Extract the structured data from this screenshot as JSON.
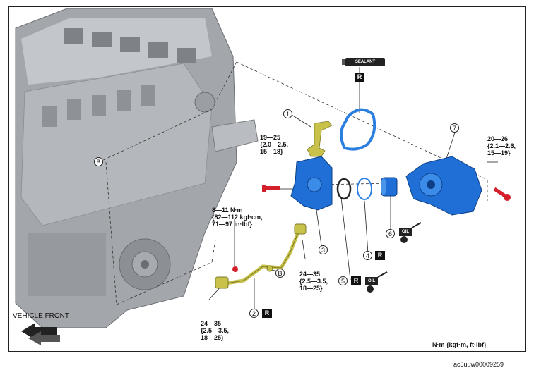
{
  "callouts": {
    "c1": "1",
    "c2": "2",
    "c3": "3",
    "c4": "4",
    "c5": "5",
    "c6": "6",
    "c7": "7",
    "b_left": "B",
    "b_right": "B"
  },
  "badges": {
    "r": "R"
  },
  "torque": {
    "t1": "19—25\n{2.0—2.5,\n15—18}",
    "t2": "20—26\n{2.1—2.6,\n15—19}",
    "t3": "8—11 N·m\n{82—112 kgf·cm,\n71—97 in·lbf}",
    "t4": "24—35\n{2.5—3.5,\n18—25}",
    "t5": "24—35\n{2.5—3.5,\n18—25}"
  },
  "sealant_label": "SEALANT",
  "oil_label": "OIL",
  "vehicle_front": "VEHICLE FRONT",
  "units": "N·m {kgf·m, ft·lbf}",
  "figure_code": "ac5uuw00009259",
  "colors": {
    "part_blue": "#1f6fd6",
    "gasket_blue": "#2b7fe0",
    "pipe_yellow": "#c8c24a",
    "engine_gray": "#9a9da3",
    "bolt_red": "#d4202a"
  }
}
